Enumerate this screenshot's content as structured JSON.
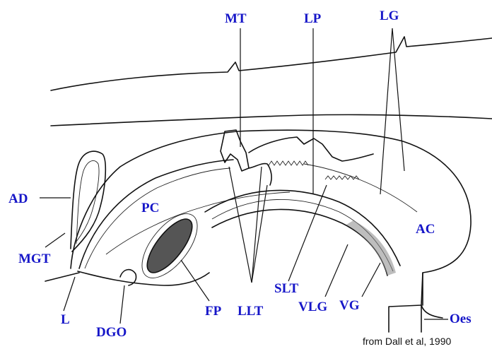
{
  "labels": {
    "MT": "MT",
    "LP": "LP",
    "LG": "LG",
    "AD": "AD",
    "PC": "PC",
    "AC": "AC",
    "MGT": "MGT",
    "SLT": "SLT",
    "VLG": "VLG",
    "VG": "VG",
    "FP": "FP",
    "LLT": "LLT",
    "L": "L",
    "DGO": "DGO",
    "Oes": "Oes"
  },
  "credit": "from Dall et al, 1990",
  "colors": {
    "label": "#1616c8",
    "ink": "#111111",
    "background": "#ffffff"
  }
}
